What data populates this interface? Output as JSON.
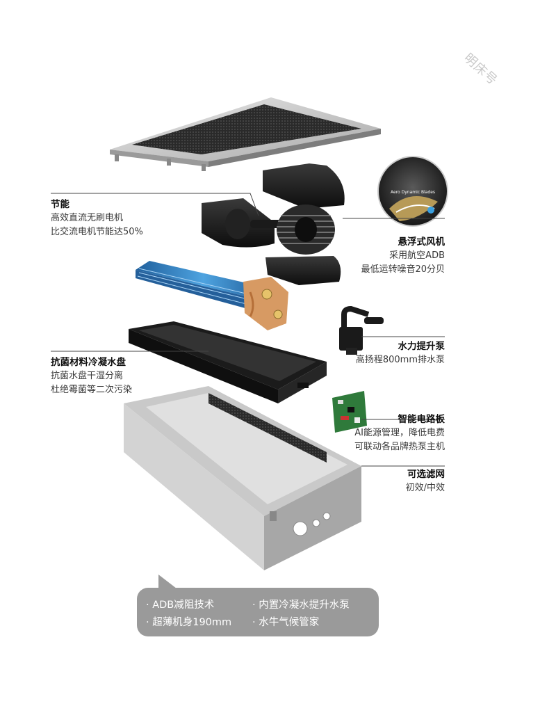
{
  "watermark": "明床号",
  "labels": {
    "energy": {
      "title": "节能",
      "lines": [
        "高效直流无刷电机",
        "比交流电机节能达50%"
      ]
    },
    "fan": {
      "title": "悬浮式风机",
      "lines": [
        "采用航空ADB",
        "最低运转噪音20分贝"
      ]
    },
    "pump": {
      "title": "水力提升泵",
      "lines": [
        "高扬程800mm排水泵"
      ]
    },
    "tray": {
      "title": "抗菌材料冷凝水盘",
      "lines": [
        "抗菌水盘干湿分离",
        "杜绝霉菌等二次污染"
      ]
    },
    "board": {
      "title": "智能电路板",
      "lines": [
        "AI能源管理，降低电费",
        "可联动各品牌热泵主机"
      ]
    },
    "filter": {
      "title": "可选滤网",
      "lines": [
        "初效/中效"
      ]
    }
  },
  "inset_text": "Aero Dynamic Blades",
  "features": [
    "· ADB减阻技术",
    "· 内置冷凝水提升水泵",
    "· 超薄机身190mm",
    "· 水牛气候管家"
  ],
  "colors": {
    "coil_blue": "#2f7fc4",
    "copper": "#c9874e",
    "pcb_green": "#2f7a3b",
    "bubble_gray": "#9a9a9a"
  }
}
